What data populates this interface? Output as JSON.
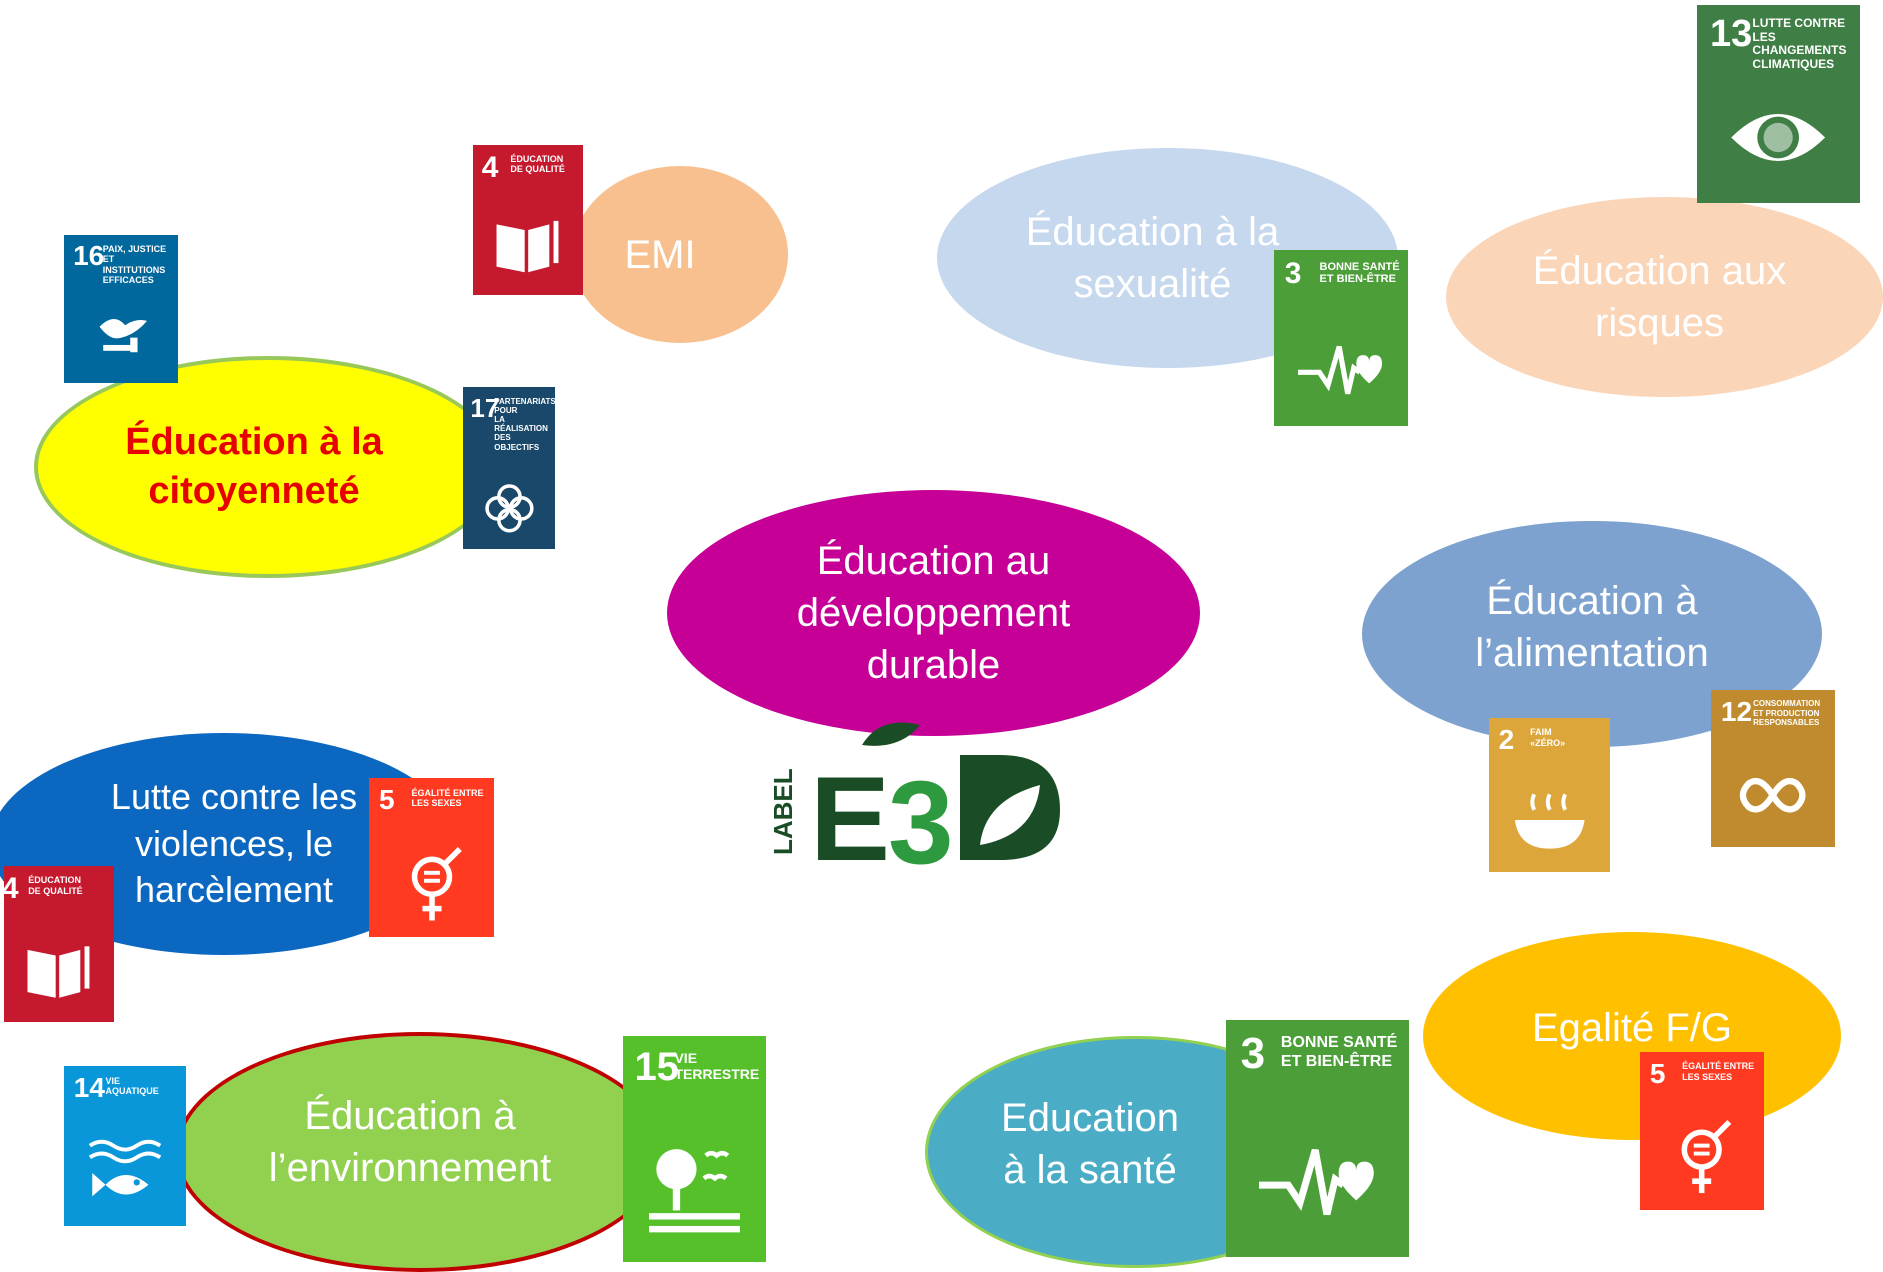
{
  "center": {
    "label": "Éducation au\ndéveloppement\ndurable"
  },
  "bubbles": [
    {
      "label": "Éducation à la\ncitoyenneté"
    },
    {
      "label": "EMI"
    },
    {
      "label": "Éducation à la\nsexualité"
    },
    {
      "label": "Éducation aux\nrisques"
    },
    {
      "label": "Éducation à\nl’alimentation"
    },
    {
      "label": "Lutte contre les\nviolences, le\nharcèlement"
    },
    {
      "label": "Éducation à\nl’environnement"
    },
    {
      "label": "Education\nà la santé"
    },
    {
      "label": "Egalité F/G"
    }
  ],
  "sdg_tiles": [
    {
      "number": "16",
      "title": "PAIX, JUSTICE\nET INSTITUTIONS\nEFFICACES",
      "color": "#00689d",
      "icon": "dove-icon"
    },
    {
      "number": "4",
      "title": "ÉDUCATION\nDE QUALITÉ",
      "color": "#c5192d",
      "icon": "book-icon"
    },
    {
      "number": "17",
      "title": "PARTENARIATS\nPOUR\nLA RÉALISATION\nDES OBJECTIFS",
      "color": "#19486a",
      "icon": "flower-icon"
    },
    {
      "number": "3",
      "title": "BONNE SANTÉ\nET BIEN-ÊTRE",
      "color": "#4c9f38",
      "icon": "heartbeat-icon"
    },
    {
      "number": "13",
      "title": "LUTTE CONTRE\nLES CHANGEMENTS\nCLIMATIQUES",
      "color": "#3f7e44",
      "icon": "eye-globe-icon"
    },
    {
      "number": "2",
      "title": "FAIM\n«ZÉRO»",
      "color": "#dda63a",
      "icon": "bowl-icon"
    },
    {
      "number": "12",
      "title": "CONSOMMATION\nET PRODUCTION\nRESPONSABLES",
      "color": "#bf8b2e",
      "icon": "infinity-icon"
    },
    {
      "number": "5",
      "title": "ÉGALITÉ ENTRE\nLES SEXES",
      "color": "#ff3a21",
      "icon": "gender-icon"
    },
    {
      "number": "4",
      "title": "ÉDUCATION\nDE QUALITÉ",
      "color": "#c5192d",
      "icon": "book-icon"
    },
    {
      "number": "14",
      "title": "VIE\nAQUATIQUE",
      "color": "#0a97d9",
      "icon": "fish-icon"
    },
    {
      "number": "15",
      "title": "VIE\nTERRESTRE",
      "color": "#56c02b",
      "icon": "tree-icon"
    },
    {
      "number": "3",
      "title": "BONNE SANTÉ\nET BIEN-ÊTRE",
      "color": "#4c9f38",
      "icon": "heartbeat-icon"
    },
    {
      "number": "5",
      "title": "ÉGALITÉ ENTRE\nLES SEXES",
      "color": "#ff3a21",
      "icon": "gender-icon"
    }
  ],
  "logo": {
    "side_text": "LABEL",
    "main_text": "E3D",
    "icon": "leaf-icon"
  }
}
